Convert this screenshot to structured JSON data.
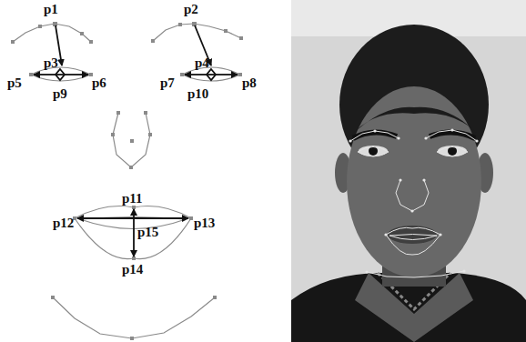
{
  "diagram": {
    "labels": [
      "p1",
      "p2",
      "p3",
      "p4",
      "p5",
      "p6",
      "p7",
      "p8",
      "p9",
      "p10",
      "p11",
      "p12",
      "p13",
      "p14",
      "p15"
    ]
  }
}
